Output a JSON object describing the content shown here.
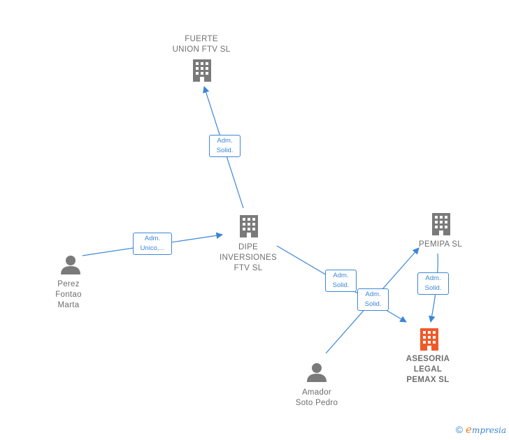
{
  "nodes": {
    "fuerte": {
      "label": "FUERTE\nUNION FTV  SL",
      "kind": "company"
    },
    "dipe": {
      "label": "DIPE\nINVERSIONES\nFTV  SL",
      "kind": "company"
    },
    "pemipa": {
      "label": "PEMIPA SL",
      "kind": "company"
    },
    "asesoria": {
      "label": "ASESORIA\nLEGAL\nPEMAX  SL",
      "kind": "company-highlight"
    },
    "perez": {
      "label": "Perez\nFontao\nMarta",
      "kind": "person"
    },
    "amador": {
      "label": "Amador\nSoto Pedro",
      "kind": "person"
    }
  },
  "edges": {
    "dipe_fuerte": {
      "label": "Adm.\nSolid."
    },
    "perez_dipe": {
      "label": "Adm.\nUnico,..."
    },
    "dipe_asesoria": {
      "label": "Adm.\nSolid."
    },
    "amador_pemipa": {
      "label": "Adm.\nSolid."
    },
    "pemipa_asesoria": {
      "label": "Adm.\nSolid."
    }
  },
  "colors": {
    "edge": "#3b86d6",
    "company": "#7a7a7a",
    "highlight": "#f05a28",
    "person": "#7a7a7a"
  },
  "footer": {
    "copyright": "©",
    "brand_initial": "e",
    "brand_rest": "mpresia"
  }
}
